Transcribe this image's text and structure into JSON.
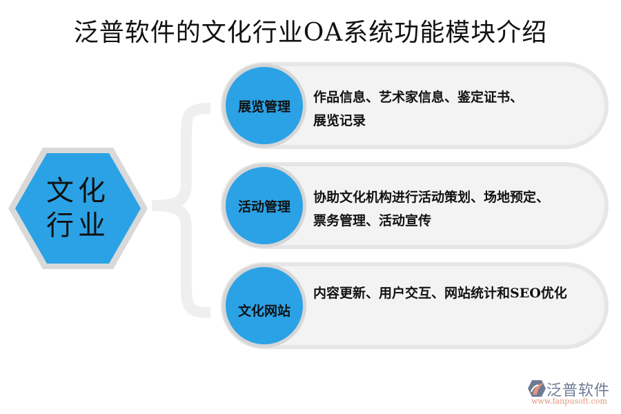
{
  "title": "泛普软件的文化行业OA系统功能模块介绍",
  "center_node": {
    "line1": "文化",
    "line2": "行业",
    "fill_color": "#2ba2e6",
    "border_color": "#d9d9d9"
  },
  "modules": [
    {
      "name": "展览管理",
      "description_line1": "作品信息、艺术家信息、鉴定证书、",
      "description_line2": "展览记录"
    },
    {
      "name": "活动管理",
      "description_line1": "协助文化机构进行活动策划、场地预定、",
      "description_line2": "票务管理、活动宣传"
    },
    {
      "name": "文化网站",
      "description_line1": "内容更新、用户交互、网站统计和SEO优化",
      "description_line2": ""
    }
  ],
  "logo": {
    "name": "泛普软件",
    "url": "www.fanpusoft.com",
    "icon": "fanpu-logo-icon"
  },
  "colors": {
    "accent_blue": "#2ba2e6",
    "pill_bg": "#f3f3f3",
    "pill_border": "#e6e6e6",
    "brace": "#efefef"
  }
}
